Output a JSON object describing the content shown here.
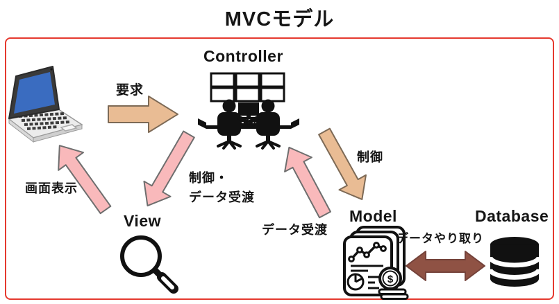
{
  "title": "MVCモデル",
  "colors": {
    "frame_border": "#e5392e",
    "tan_fill": "#e9bc94",
    "pink_fill": "#f9b9bb",
    "brown_fill": "#8f5244",
    "laptop_screen": "#3a6cc0",
    "icon_black": "#111111"
  },
  "nodes": {
    "client": {
      "icon": "laptop-icon"
    },
    "controller": {
      "label": "Controller",
      "icon": "control-room-icon"
    },
    "view": {
      "label": "View",
      "icon": "magnifier-icon"
    },
    "model": {
      "label": "Model",
      "icon": "report-document-icon",
      "coin_symbol": "$"
    },
    "database": {
      "label": "Database",
      "icon": "database-icon"
    }
  },
  "arrows": [
    {
      "id": "request",
      "label": "要求",
      "from": "client",
      "to": "controller",
      "style": "tan",
      "direction": "right"
    },
    {
      "id": "screen-display",
      "label": "画面表示",
      "from": "view",
      "to": "client",
      "style": "pink",
      "direction": "up-left"
    },
    {
      "id": "control-data-pass",
      "label": "制御・データ受渡",
      "label_line1": "制御・",
      "label_line2": "データ受渡",
      "from": "controller",
      "to": "view",
      "style": "pink",
      "direction": "down-left"
    },
    {
      "id": "data-pass",
      "label": "データ受渡",
      "from": "model",
      "to": "controller",
      "style": "pink",
      "direction": "up-left"
    },
    {
      "id": "control",
      "label": "制御",
      "from": "controller",
      "to": "model",
      "style": "tan",
      "direction": "down-right"
    },
    {
      "id": "data-exchange",
      "label": "データやり取り",
      "from": "model",
      "to": "database",
      "style": "brown",
      "direction": "both"
    }
  ]
}
